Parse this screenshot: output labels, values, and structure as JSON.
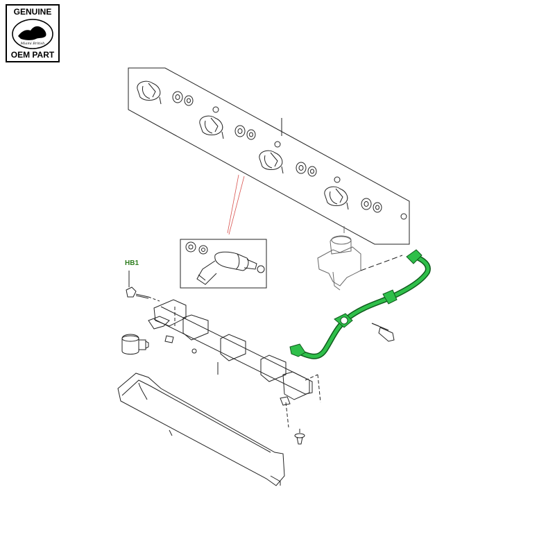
{
  "badge": {
    "top_text": "GENUINE",
    "bottom_text": "OEM PART",
    "logo_text": "Miami British",
    "logo_icon": "british-isles-silhouette-icon"
  },
  "callouts": {
    "hb1": "HB1"
  },
  "colors": {
    "line": "#222222",
    "highlight": "#2fbf4a",
    "highlight_outline": "#0f5a1c",
    "leader_red": "#d9534f",
    "callout_text": "#2e7d1e"
  }
}
